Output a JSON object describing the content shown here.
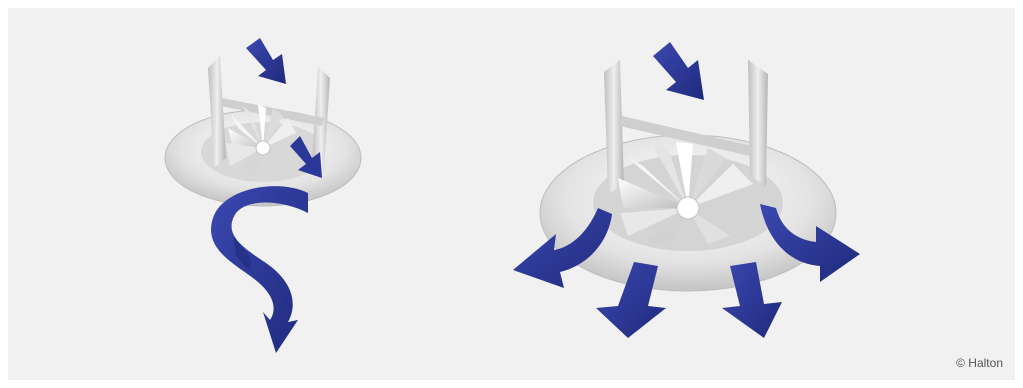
{
  "credit": {
    "text": "© Halton"
  },
  "figures": [
    {
      "id": "diffuser-vertical-swirl",
      "airflow": "swirl-down"
    },
    {
      "id": "diffuser-horizontal-radial",
      "airflow": "radial-outward"
    }
  ],
  "colors": {
    "background": "#f1f1f1",
    "arrow_blue": "#2e3a9e",
    "arrow_blue_dark": "#1f2a7c",
    "metal_light": "#e6e6e6",
    "metal_mid": "#c9c9c9",
    "metal_dark": "#a9a9a9"
  }
}
